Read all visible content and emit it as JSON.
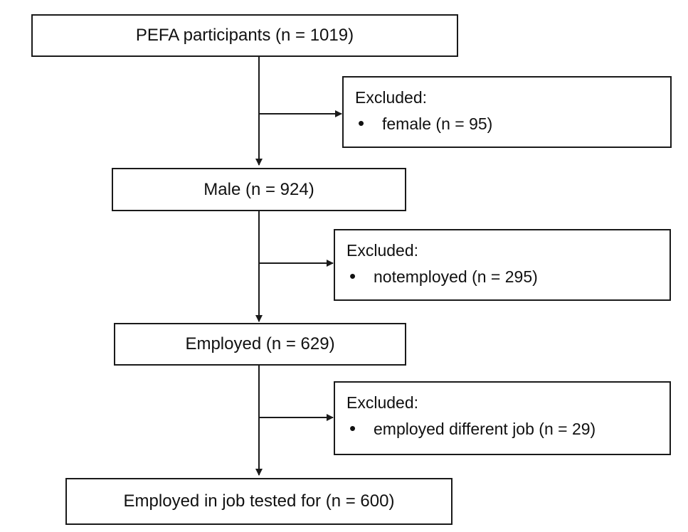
{
  "boxes": {
    "b1": "PEFA participants (n = 1019)",
    "b2": "Male (n = 924)",
    "b3": "Employed (n = 629)",
    "b4": "Employed in job tested for (n = 600)"
  },
  "exclusions": [
    {
      "heading": "Excluded:",
      "bullet": "•",
      "item": "female  (n = 95)"
    },
    {
      "heading": "Excluded:",
      "bullet": "•",
      "item": "notemployed  (n = 295)"
    },
    {
      "heading": "Excluded:",
      "bullet": "•",
      "item": "employed different job (n = 29)"
    }
  ]
}
